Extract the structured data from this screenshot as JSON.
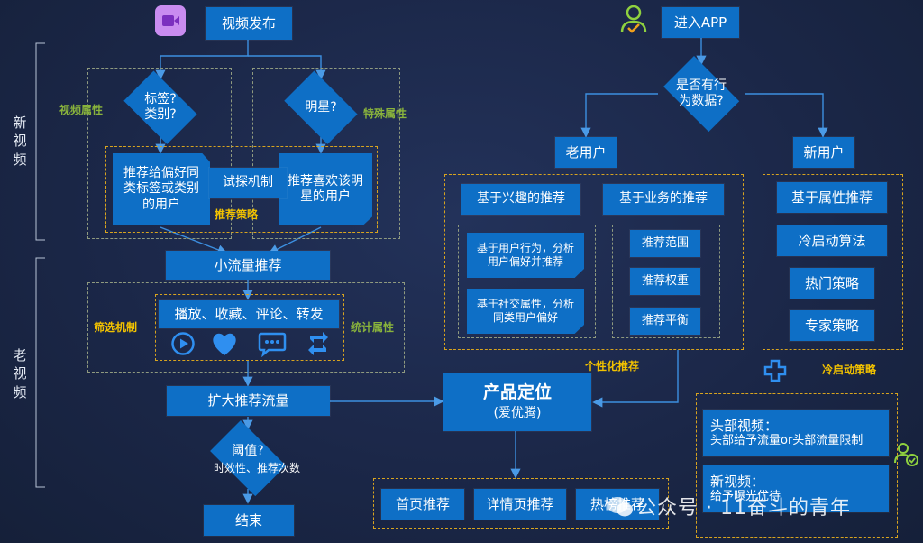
{
  "colors": {
    "box": "#0e6fc6",
    "line": "#3c8fe0",
    "dash_gold": "#d8a41f",
    "label_green": "#89b33c",
    "label_yellow": "#f2c200"
  },
  "side_labels": {
    "new_video": "新视频",
    "old_video": "老视频"
  },
  "left": {
    "video_publish": "视频发布",
    "tag_q": "标签?类别?",
    "star_q": "明星?",
    "video_attr": "视频属性",
    "special_attr": "特殊属性",
    "rec_tag": "推荐给偏好同类标签或类别的用户",
    "trial": "试探机制",
    "rec_star": "推荐喜欢该明星的用户",
    "rec_strategy": "推荐策略",
    "small_traffic": "小流量推荐",
    "actions": "播放、收藏、评论、转发",
    "filter": "筛选机制",
    "stats": "统计属性",
    "expand": "扩大推荐流量",
    "threshold_title": "阈值?",
    "threshold_sub": "时效性、推荐次数",
    "end": "结束"
  },
  "right": {
    "enter_app": "进入APP",
    "has_data_q": "是否有行为数据?",
    "old_user": "老用户",
    "new_user": "新用户",
    "interest_rec": "基于兴趣的推荐",
    "business_rec": "基于业务的推荐",
    "behavior_analysis": "基于用户行为，分析用户偏好并推荐",
    "social_analysis": "基于社交属性，分析同类用户偏好",
    "rec_scope": "推荐范围",
    "rec_weight": "推荐权重",
    "rec_balance": "推荐平衡",
    "personalized": "个性化推荐",
    "attr_rec": "基于属性推荐",
    "cold_algo": "冷启动算法",
    "hot_strategy": "热门策略",
    "expert_strategy": "专家策略",
    "cold_strategy": "冷启动策略"
  },
  "center": {
    "product_pos": "产品定位",
    "product_sub": "(爱优腾)",
    "home_rec": "首页推荐",
    "detail_rec": "详情页推荐",
    "hot_rec": "热榜推荐"
  },
  "head_video": {
    "title": "头部视频：",
    "desc": "头部给予流量or头部流量限制",
    "new_title": "新视频：",
    "new_desc": "给予曝光优待"
  },
  "watermark": "公众号 · 11奋斗的青年"
}
